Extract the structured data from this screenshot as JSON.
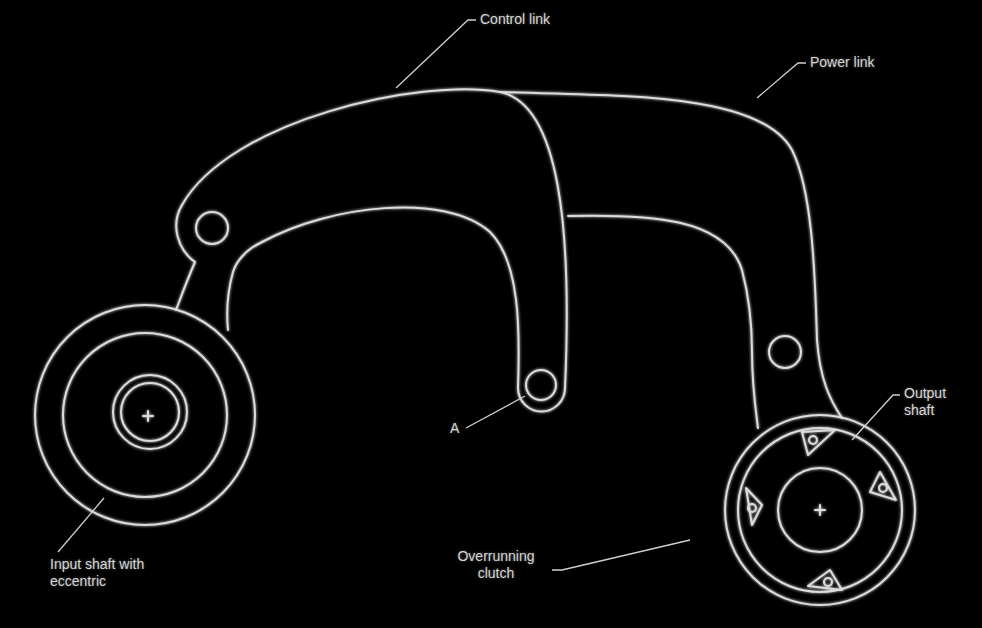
{
  "diagram": {
    "labels": [
      "Control link",
      "Power link",
      "A",
      "Input shaft with eccentric",
      "Overrunning clutch",
      "Output shaft"
    ]
  }
}
